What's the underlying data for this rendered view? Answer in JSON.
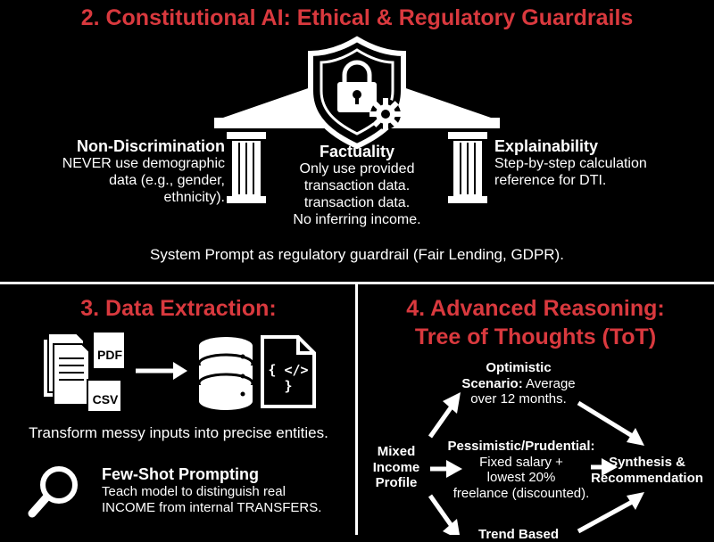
{
  "section2": {
    "title": "2. Constitutional AI: Ethical & Regulatory Guardrails",
    "non_discrimination": {
      "heading": "Non-Discrimination",
      "line1": "NEVER use demographic",
      "line2": "data (e.g., gender, ethnicity)."
    },
    "factuality": {
      "heading": "Factuality",
      "line1": "Only use provided",
      "line2": "transaction data.",
      "line3": "transaction data.",
      "line4": "No inferring income."
    },
    "explainability": {
      "heading": "Explainability",
      "line1": "Step-by-step calculation",
      "line2": "reference for DTI."
    },
    "footer": "System Prompt as regulatory guardrail (Fair Lending, GDPR)."
  },
  "section3": {
    "title": "3. Data Extraction:",
    "pdf_label": "PDF",
    "csv_label": "CSV",
    "code_label": "{ </> }",
    "caption": "Transform messy inputs into precise entities.",
    "few_shot": {
      "heading": "Few-Shot Prompting",
      "line1": "Teach model to distinguish real",
      "line2": "INCOME from internal TRANSFERS."
    }
  },
  "section4": {
    "title_line1": "4. Advanced Reasoning:",
    "title_line2": "Tree of Thoughts (ToT)",
    "root": {
      "line1": "Mixed",
      "line2": "Income",
      "line3": "Profile"
    },
    "optimistic": {
      "line1": "Optimistic",
      "line2_bold": "Scenario:",
      "line2_rest": " Average",
      "line3": "over 12 months."
    },
    "pessimistic": {
      "line1": "Pessimistic/Prudential:",
      "line2": "Fixed salary +",
      "line3": "lowest 20%",
      "line4": "freelance (discounted)."
    },
    "synthesis": {
      "line1": "Synthesis &",
      "line2": "Recommendation"
    },
    "third_partial": "Trend Based"
  },
  "colors": {
    "accent_red": "#d9393e",
    "background": "#000000",
    "text": "#ffffff"
  }
}
